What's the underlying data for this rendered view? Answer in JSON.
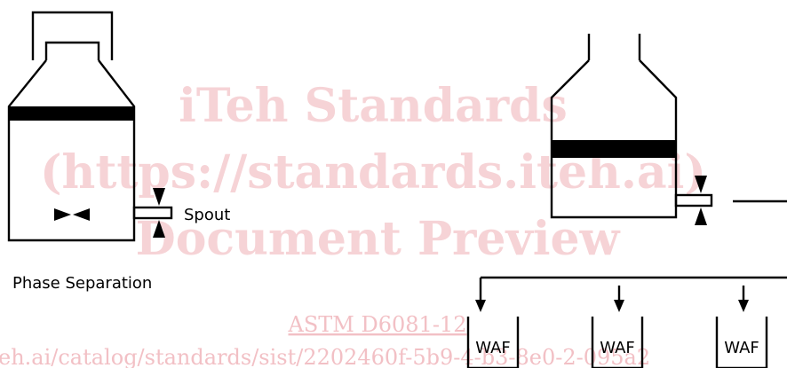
{
  "labels": {
    "spout": "Spout",
    "phase_separation": "Phase Separation",
    "waf": "WAF"
  },
  "watermark": {
    "line1": "iTeh Standards",
    "line2": "(https://standards.iteh.ai)",
    "line3": "Document Preview",
    "code": "ASTM D6081-12",
    "url": "eh.ai/catalog/standards/sist/2202460f-5b9-4-b3-8e0-2-095a2"
  },
  "colors": {
    "watermark": "#f6d3d6",
    "watermark_text": "#f2c0c5",
    "line": "#000000"
  }
}
